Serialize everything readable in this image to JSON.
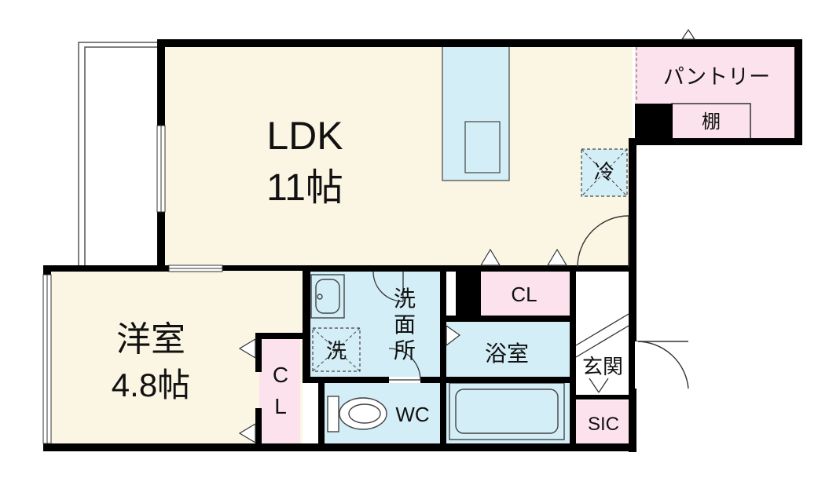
{
  "rooms": {
    "ldk": {
      "name": "LDK",
      "size": "11帖"
    },
    "western": {
      "name": "洋室",
      "size": "4.8帖"
    },
    "pantry": {
      "name": "パントリー"
    },
    "shelf": {
      "name": "棚"
    },
    "fridge": {
      "name": "冷"
    },
    "closet_ldk": {
      "name": "CL"
    },
    "closet_western": {
      "line1": "C",
      "line2": "L"
    },
    "washroom": {
      "line1": "洗",
      "line2": "面",
      "line3": "所"
    },
    "washer": {
      "name": "洗"
    },
    "bath": {
      "name": "浴室"
    },
    "wc": {
      "name": "WC"
    },
    "entrance": {
      "name": "玄関"
    },
    "sic": {
      "name": "SIC"
    }
  },
  "colors": {
    "ldk_floor": "#fbf6e3",
    "western_floor": "#fbf6e3",
    "wet_area": "#d3eef6",
    "storage": "#fbe2ec",
    "wall": "#000000",
    "entrance_floor": "#ffffff"
  }
}
